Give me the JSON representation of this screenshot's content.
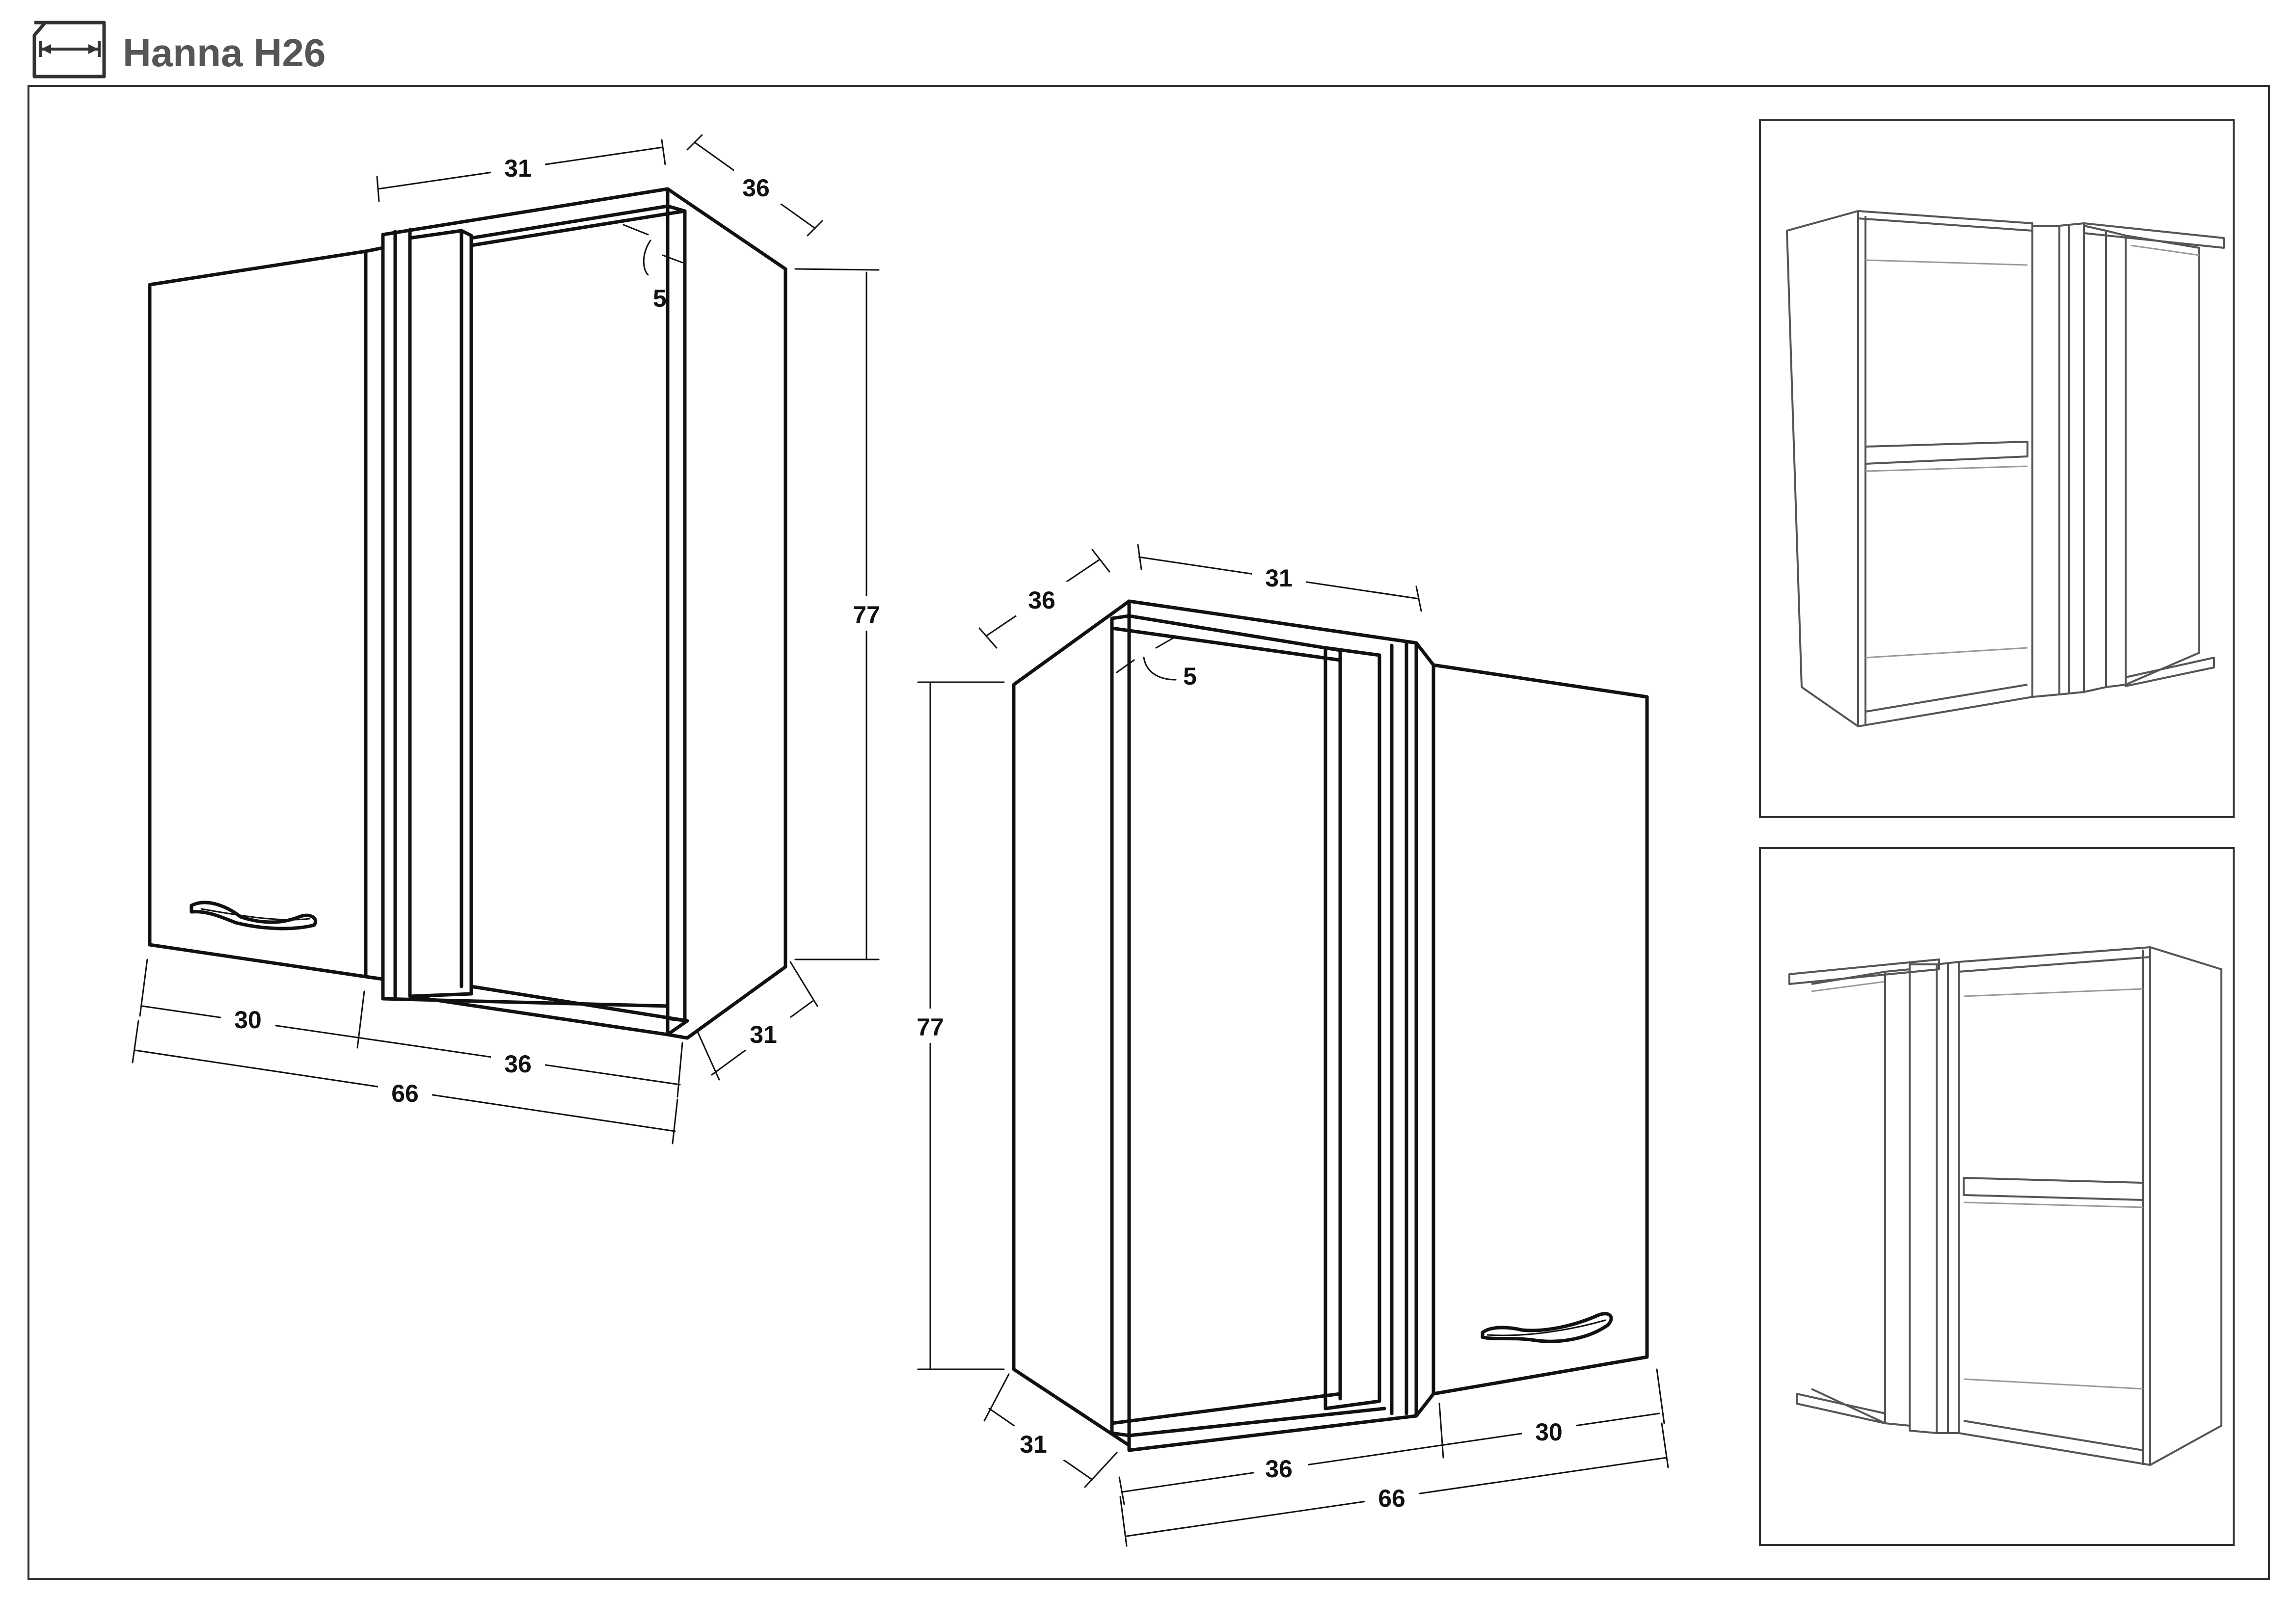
{
  "title": "Hanna H26",
  "icon": "dimensions-icon",
  "colors": {
    "title": "#555555",
    "lines": "#111111",
    "thumb_lines": "#555555"
  },
  "view_left": {
    "top_width": "31",
    "top_depth": "36",
    "panel_thickness": "5",
    "height": "77",
    "door_width": "30",
    "corner_width": "36",
    "total_width": "66",
    "side_depth": "31"
  },
  "view_right": {
    "top_depth": "36",
    "top_width": "31",
    "panel_thickness": "5",
    "height": "77",
    "side_depth": "31",
    "corner_width": "36",
    "door_width": "30",
    "total_width": "66"
  }
}
